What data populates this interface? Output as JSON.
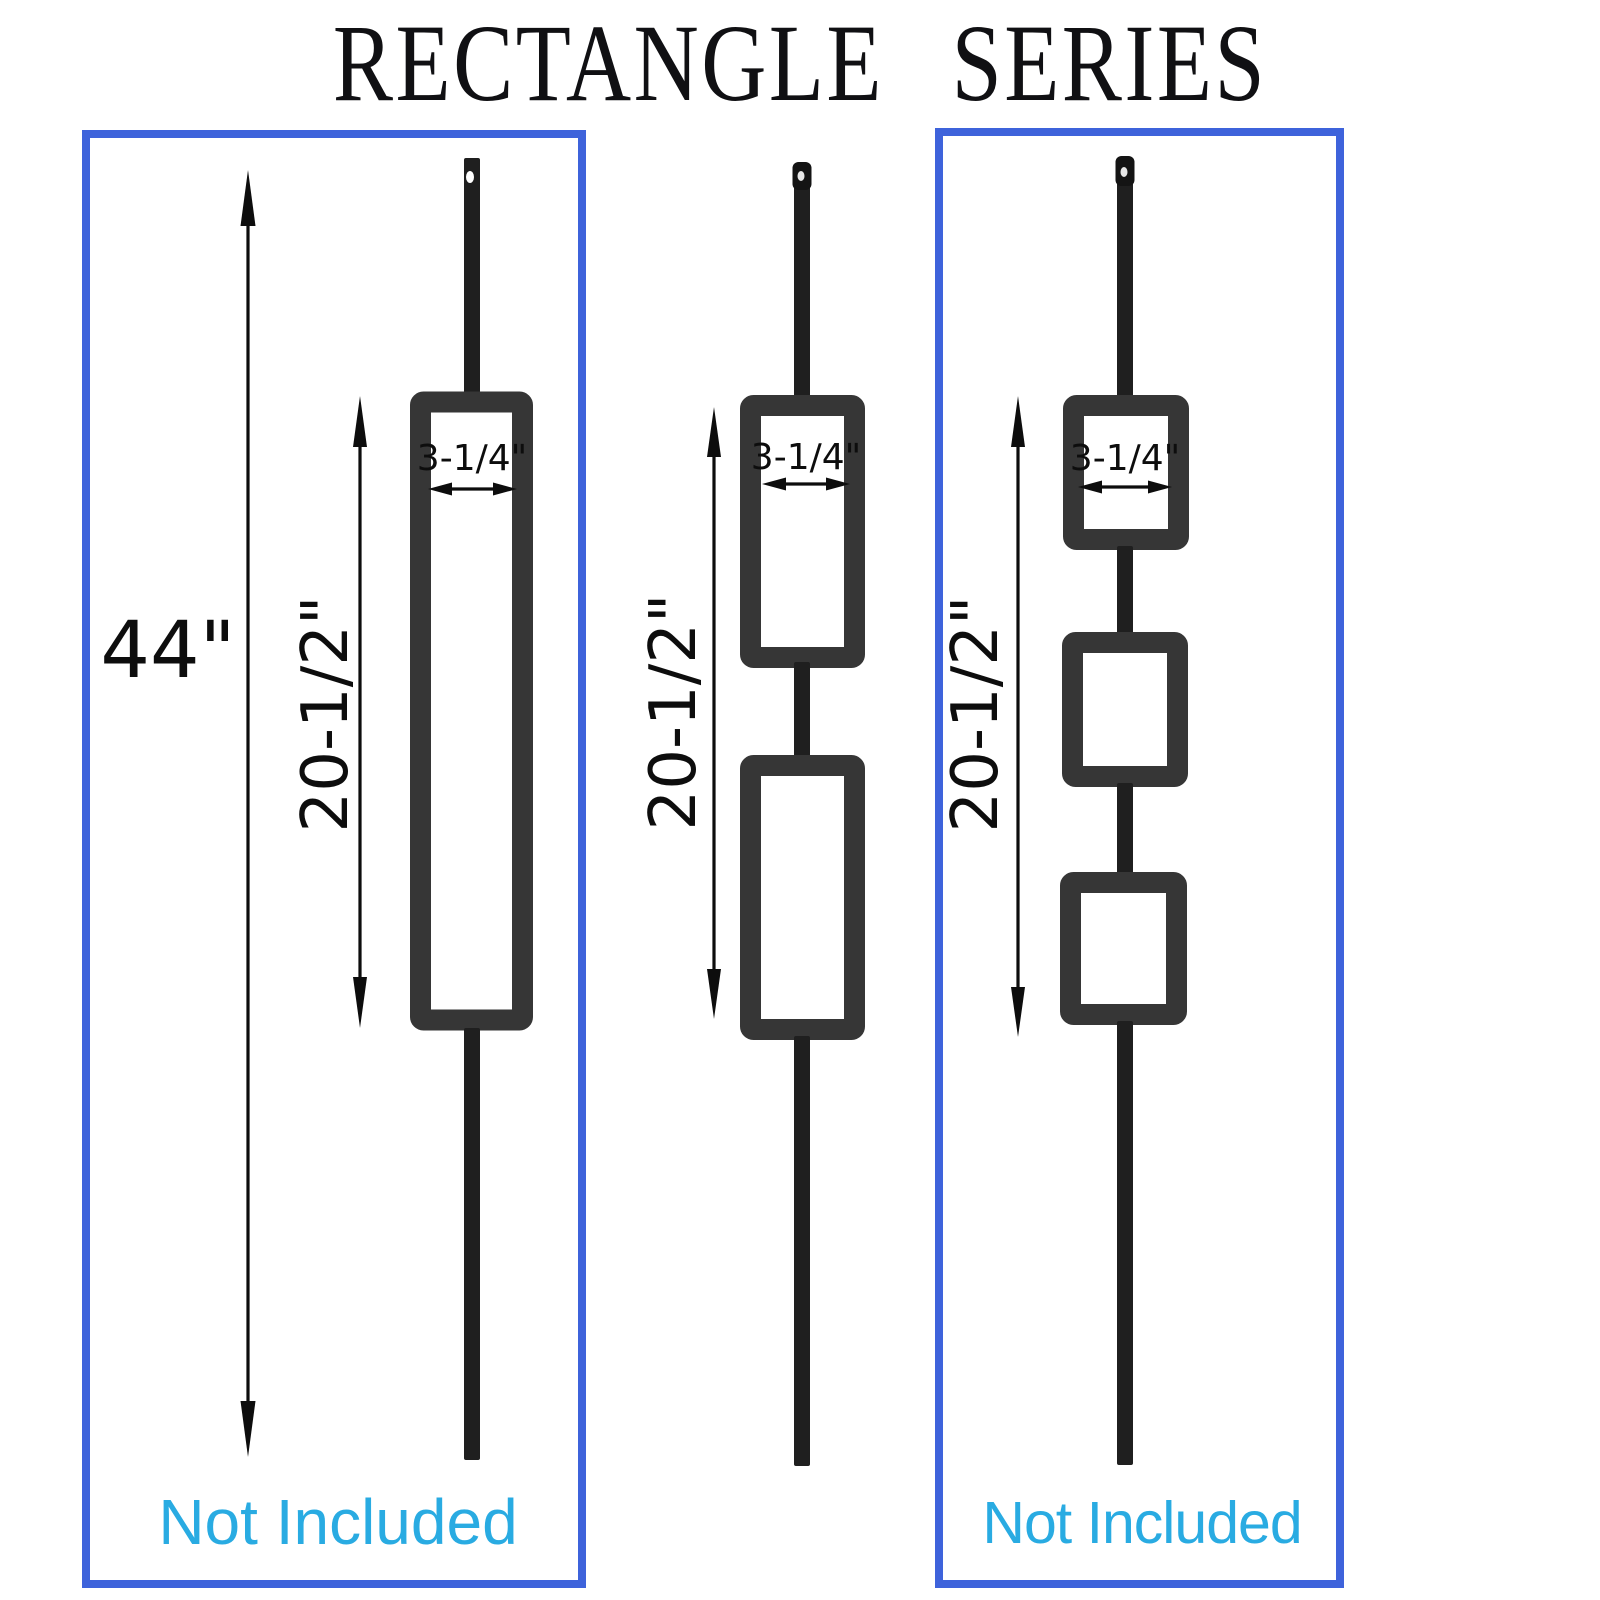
{
  "title": "RECTANGLE SERIES",
  "theme": {
    "accent_border": "#3e63db",
    "not_included": "#29abe2",
    "baluster_rod": "#1f1f1f",
    "baluster_frame": "#363636",
    "dimension": "#0d0d0d"
  },
  "panels": [
    {
      "id": "single-rectangle-baluster",
      "boxed": true,
      "overall_height": "44\"",
      "pattern_height": "20-1/2\"",
      "pattern_width": "3-1/4\"",
      "footer": "Not Included"
    },
    {
      "id": "double-rectangle-baluster",
      "boxed": false,
      "pattern_height": "20-1/2\"",
      "pattern_width": "3-1/4\""
    },
    {
      "id": "triple-square-baluster",
      "boxed": true,
      "pattern_height": "20-1/2\"",
      "pattern_width": "3-1/4\"",
      "footer": "Not Included"
    }
  ]
}
